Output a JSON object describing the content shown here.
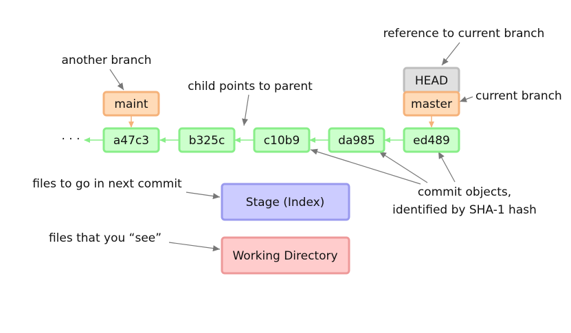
{
  "labels": {
    "reference_to_current_branch": "reference to current branch",
    "another_branch": "another branch",
    "child_points_to_parent": "child points to parent",
    "current_branch": "current branch",
    "files_next_commit": "files to go in next commit",
    "files_you_see": "files that you “see”",
    "commit_objects_line1": "commit objects,",
    "commit_objects_line2": "identified by SHA-1 hash",
    "ellipsis": "· · ·"
  },
  "refs": {
    "head": "HEAD",
    "master": "master",
    "maint": "maint"
  },
  "commits": [
    "a47c3",
    "b325c",
    "c10b9",
    "da985",
    "ed489"
  ],
  "areas": {
    "stage": "Stage (Index)",
    "working_directory": "Working Directory"
  },
  "colors": {
    "commit_fill": "#ccffcc",
    "commit_border": "#88ee88",
    "branch_fill": "#ffdbb8",
    "branch_border": "#f5b27a",
    "head_fill": "#e0e0e0",
    "head_border": "#bdbdbd",
    "stage_fill": "#ccccff",
    "stage_border": "#9999ee",
    "wd_fill": "#ffcccc",
    "wd_border": "#ee9999"
  }
}
